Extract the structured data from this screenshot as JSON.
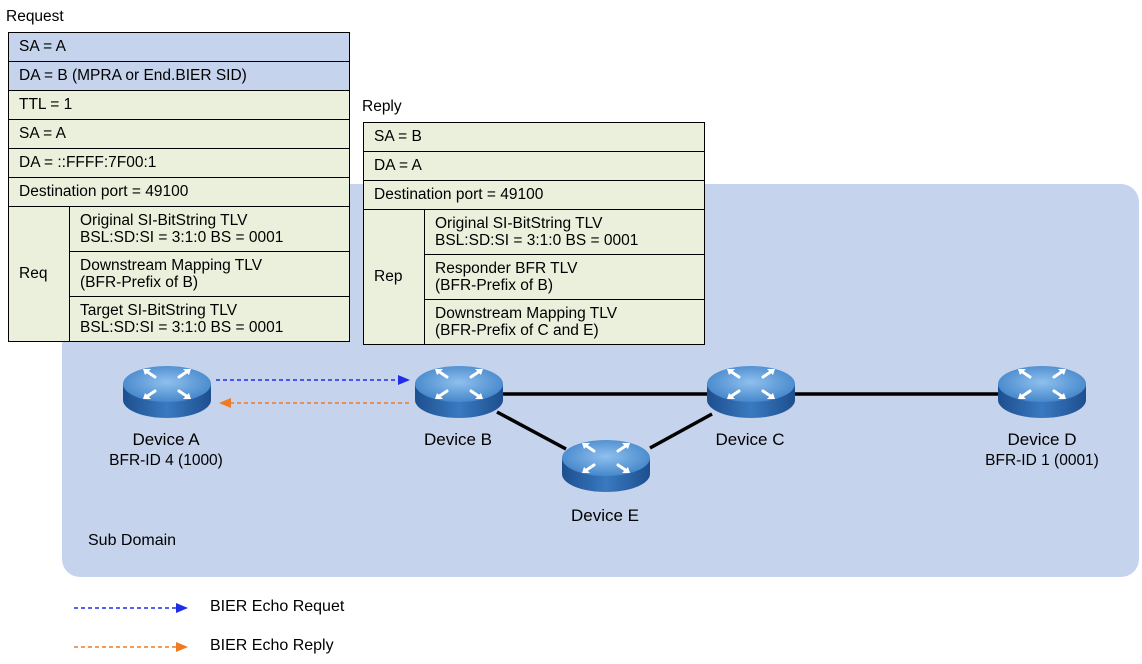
{
  "request": {
    "title": "Request",
    "rows": [
      "SA = A",
      "DA = B (MPRA or End.BIER SID)",
      "TTL = 1",
      "SA = A",
      "DA = ::FFFF:7F00:1",
      "Destination port = 49100"
    ],
    "side_label": "Req",
    "tlvs": [
      {
        "line1": "Original SI-BitString TLV",
        "line2": "BSL:SD:SI = 3:1:0   BS = 0001"
      },
      {
        "line1": "Downstream Mapping TLV",
        "line2": "(BFR-Prefix of B)"
      },
      {
        "line1": "Target SI-BitString TLV",
        "line2": "BSL:SD:SI = 3:1:0   BS = 0001"
      }
    ]
  },
  "reply": {
    "title": "Reply",
    "rows": [
      "SA = B",
      "DA = A",
      "Destination port = 49100"
    ],
    "side_label": "Rep",
    "tlvs": [
      {
        "line1": "Original SI-BitString TLV",
        "line2": "BSL:SD:SI = 3:1:0   BS = 0001"
      },
      {
        "line1": "Responder BFR TLV",
        "line2": "(BFR-Prefix of B)"
      },
      {
        "line1": "Downstream Mapping TLV",
        "line2": "(BFR-Prefix of C and E)"
      }
    ]
  },
  "devices": {
    "a": {
      "name": "Device A",
      "bfr": "BFR-ID 4 (1000)"
    },
    "b": {
      "name": "Device B"
    },
    "c": {
      "name": "Device C"
    },
    "d": {
      "name": "Device D",
      "bfr": "BFR-ID 1 (0001)"
    },
    "e": {
      "name": "Device E"
    }
  },
  "domain_label": "Sub Domain",
  "legend": {
    "request": "BIER Echo Requet",
    "reply": "BIER Echo Reply"
  },
  "colors": {
    "domain_fill": "#c5d3ec",
    "packet_fill": "#ebf0dc",
    "ip_header_fill": "#c5d3ec",
    "request_arrow": "#1f2ee6",
    "reply_arrow": "#f07a22",
    "router_body": "#2f6fb7"
  },
  "icons": {
    "router": "router-icon"
  }
}
